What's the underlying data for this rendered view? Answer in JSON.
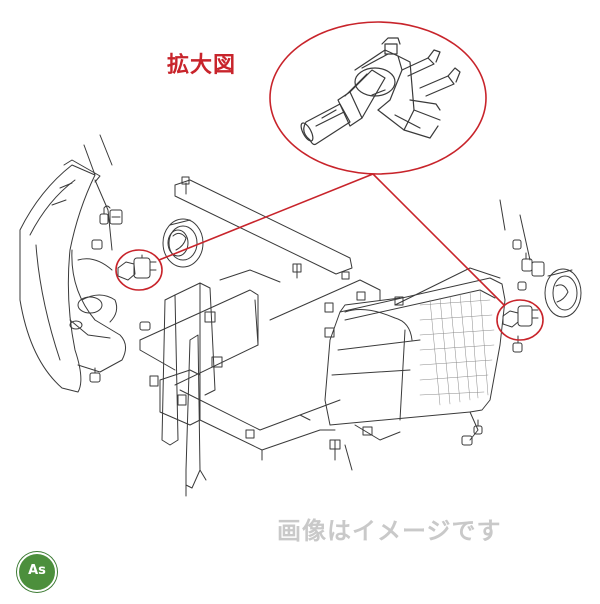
{
  "zoom_label": "拡大図",
  "notice": "画像はイメージです",
  "logo_text": "As",
  "colors": {
    "highlight_red": "#c8242b",
    "line_art": "#3a3a3a",
    "notice_gray": "#c9c9c9",
    "logo_green": "#4c8f3c"
  },
  "icons": {
    "bulb": "h4-halogen-bulb-icon",
    "logo": "as-logo-icon"
  }
}
